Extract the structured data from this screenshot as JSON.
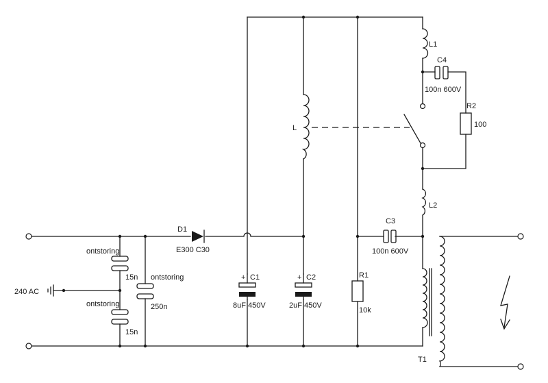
{
  "labels": {
    "D1": "D1",
    "D1_value": "E300 C30",
    "C1": "C1",
    "C1_value": "8uF 450V",
    "C2": "C2",
    "C2_value": "2uF 450V",
    "C3": "C3",
    "C3_value": "100n 600V",
    "C4": "C4",
    "C4_value": "100n 600V",
    "R1": "R1",
    "R1_value": "10k",
    "R2": "R2",
    "R2_value": "100",
    "L": "L",
    "L1": "L1",
    "L2": "L2",
    "T1": "T1",
    "ac_in": "240 AC",
    "filter_cap_top": "ontstoring",
    "filter_cap_top_value": "15n",
    "filter_cap_bottom": "ontstoring",
    "filter_cap_bottom_value": "15n",
    "filter_cap_mid": "ontstoring",
    "filter_cap_mid_value": "250n",
    "plus": "+"
  },
  "colors": {
    "wire": "#1a1a1a",
    "background": "#ffffff"
  },
  "icons": {
    "high_voltage": "lightning-bolt-icon",
    "ground": "ground-icon"
  }
}
